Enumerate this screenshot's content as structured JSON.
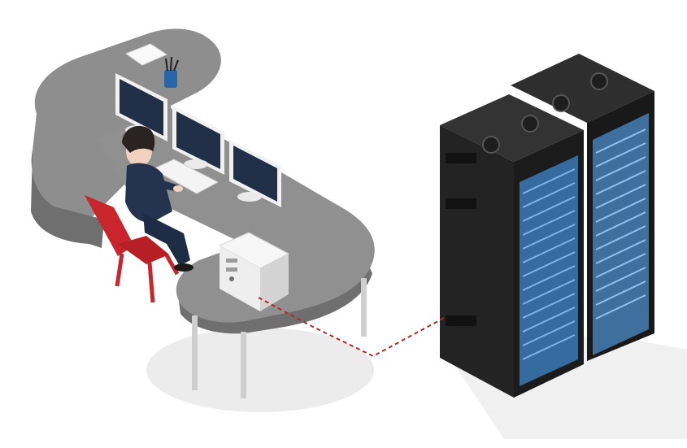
{
  "scene": {
    "description_items": [
      "workstation-desk",
      "operator",
      "monitor-array",
      "desktop-tower",
      "server-racks",
      "network-cable"
    ]
  },
  "colors": {
    "background": "#ffffff",
    "desk_top": "#8c8c8c",
    "desk_side": "#6f6f6f",
    "floor_shadow": "#ececec",
    "chair_red": "#c9252c",
    "shirt_navy": "#24344f",
    "rack_black": "#242424",
    "rack_blue": "#2e5f8f",
    "cable_red": "#b3262a"
  }
}
